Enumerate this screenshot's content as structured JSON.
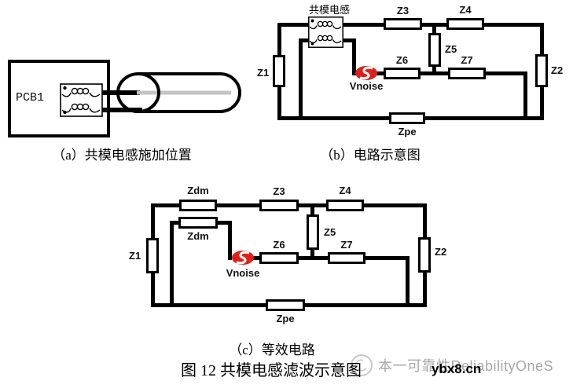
{
  "panel_a": {
    "pcb_label": "PCB1",
    "caption": "（a）共模电感施加位置"
  },
  "panel_b": {
    "inductor_label": "共模电感",
    "caption": "（b）电路示意图",
    "z1": "Z1",
    "z2": "Z2",
    "z3": "Z3",
    "z4": "Z4",
    "z5": "Z5",
    "z6": "Z6",
    "z7": "Z7",
    "zpe": "Zpe",
    "vnoise": "Vnoise"
  },
  "panel_c": {
    "caption": "（c）等效电路",
    "zdm_top": "Zdm",
    "zdm_bottom": "Zdm",
    "z1": "Z1",
    "z2": "Z2",
    "z3": "Z3",
    "z4": "Z4",
    "z5": "Z5",
    "z6": "Z6",
    "z7": "Z7",
    "zpe": "Zpe",
    "vnoise": "Vnoise"
  },
  "figure_caption": "图 12  共模电感滤波示意图",
  "watermark": {
    "brand_cn": "本一可靠性",
    "brand_en": "ReliabilityOneS",
    "site": "ybx8.cn"
  },
  "colors": {
    "line": "#000000",
    "noise_source_red": "#e01f1a",
    "cable_core_gray": "#c4c4c4",
    "watermark_gray": "#a8a8a8"
  }
}
